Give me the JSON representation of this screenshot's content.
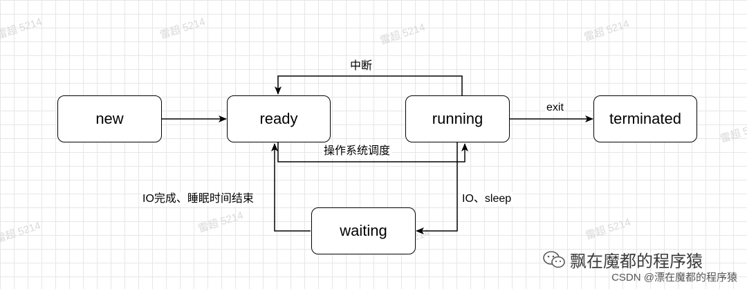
{
  "nodes": {
    "new": "new",
    "ready": "ready",
    "running": "running",
    "terminated": "terminated",
    "waiting": "waiting"
  },
  "edges": {
    "interrupt": "中断",
    "exit": "exit",
    "schedule": "操作系统调度",
    "io_done": "IO完成、睡眠时间结束",
    "io_sleep": "IO、sleep"
  },
  "watermark": "雷超 5214",
  "footer": {
    "account_name": "飘在魔都的程序猿",
    "csdn_credit": "CSDN @漂在魔都的程序猿"
  },
  "colors": {
    "grid": "#e6e6e6",
    "line": "#000000",
    "watermark": "#d9d9d9"
  },
  "icons": {
    "wechat": "wechat-icon"
  }
}
